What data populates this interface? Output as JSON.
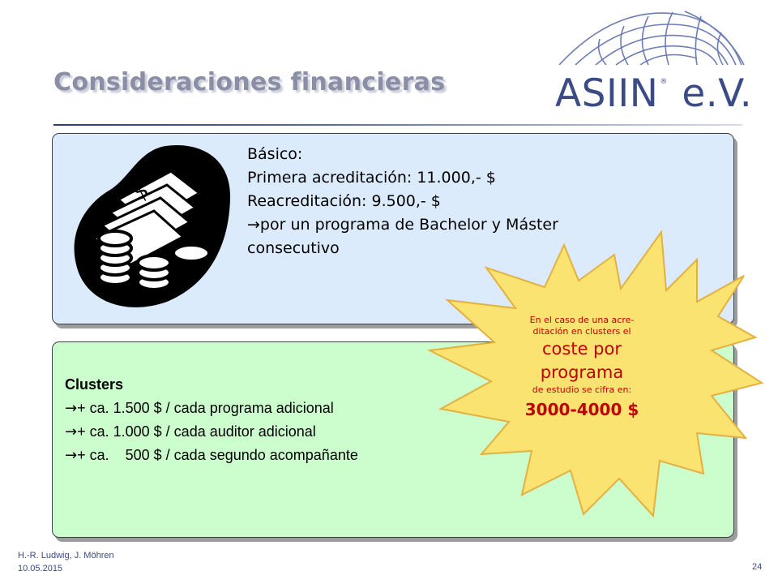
{
  "slide": {
    "title": "Consideraciones financieras",
    "logo_text": "ASIIN",
    "logo_reg": "®",
    "logo_suffix": "e.V."
  },
  "basic_box": {
    "icon": "money-icon",
    "lines": [
      "Básico:",
      "Primera acreditación: 11.000,- $",
      "Reacreditación: 9.500,- $",
      "por un programa de Bachelor y Máster",
      "consecutivo"
    ],
    "arrow_glyph": "→"
  },
  "clusters_box": {
    "heading": "Clusters",
    "arrow_glyph": "→",
    "lines": [
      "+ ca. 1.500 $ / cada programa adicional",
      "+ ca. 1.000 $ / cada auditor adicional",
      "+ ca.    500 $ / cada segundo acompañante"
    ]
  },
  "callout": {
    "line1": "En el caso de una acre-",
    "line2": "ditación en clusters el",
    "emph1": "coste por",
    "emph2": "programa",
    "line3": "de estudio se cifra en:",
    "amount": "3000-4000 $"
  },
  "footer": {
    "authors": "H.-R. Ludwig, J. Möhren",
    "date": "10.05.2015",
    "page": "24"
  },
  "colors": {
    "title": "#8a8ea6",
    "logo": "#3b4b86",
    "box_top": "#dcebfc",
    "box_bottom": "#ccfdcc",
    "burst": "#fbe372",
    "burst_text": "#c00000"
  }
}
